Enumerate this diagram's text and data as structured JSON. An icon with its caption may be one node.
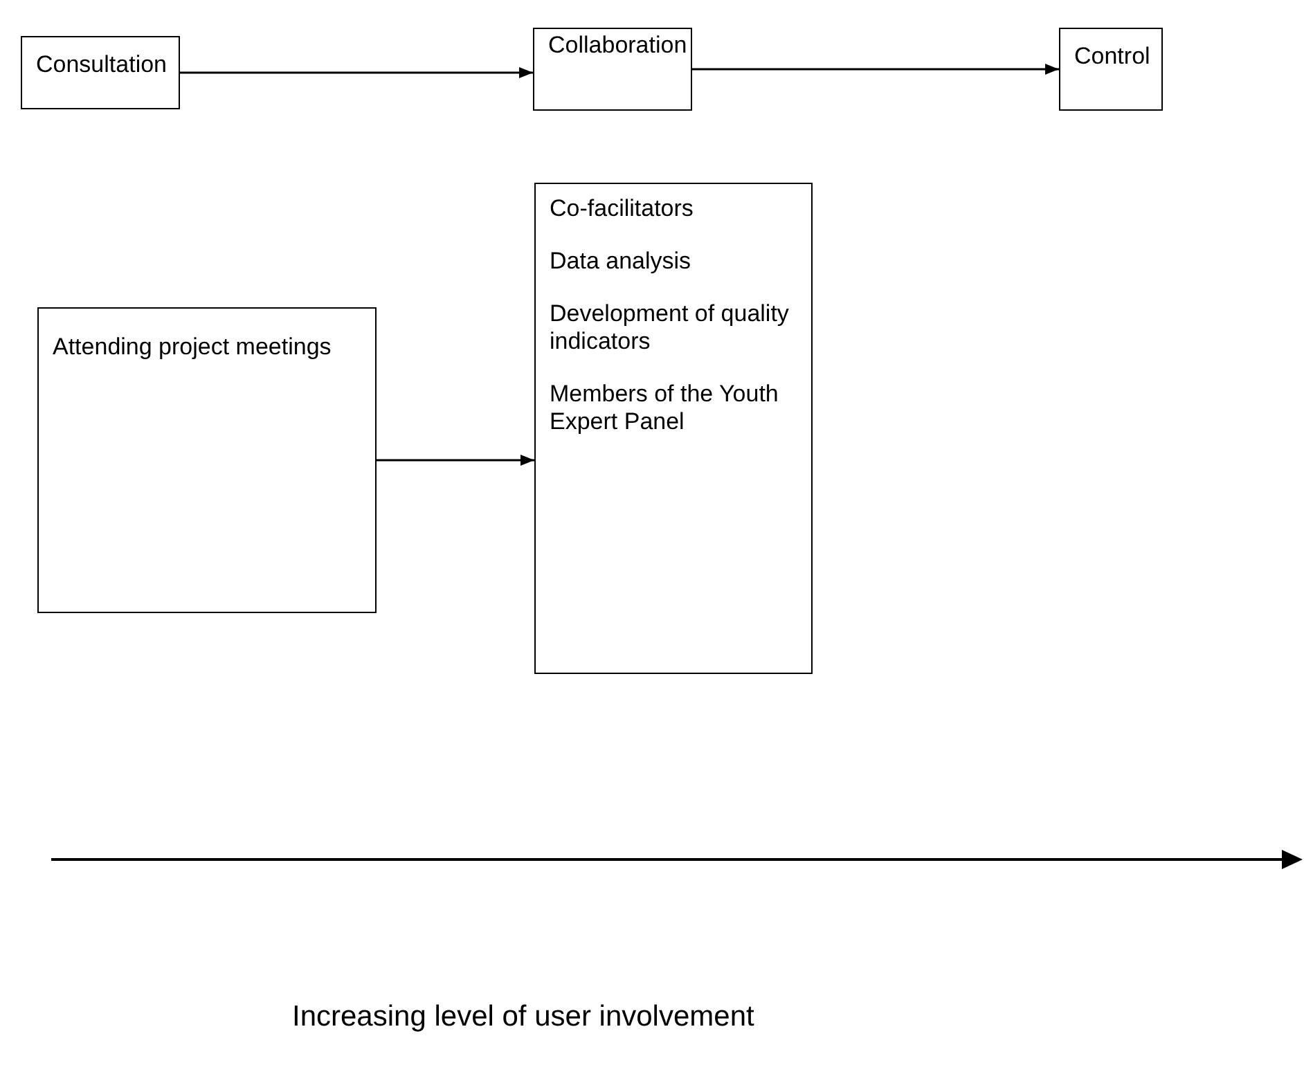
{
  "diagram": {
    "nodes": [
      {
        "text": [
          "Consultation"
        ]
      },
      {
        "text": [
          "Collaboration"
        ]
      },
      {
        "text": [
          "Control"
        ]
      },
      {
        "text": [
          "Attending project meetings"
        ]
      },
      {
        "text": [
          "Co-facilitators",
          "Data analysis",
          "Development of quality indicators",
          "Members of the Youth Expert Panel"
        ]
      }
    ],
    "edges": [
      {
        "from": 0,
        "to": 1,
        "arrow": "to"
      },
      {
        "from": 1,
        "to": 2,
        "arrow": "to"
      },
      {
        "from": 3,
        "to": 4,
        "arrow": "to"
      }
    ],
    "labels": [
      "Increasing level of user involvement"
    ]
  }
}
